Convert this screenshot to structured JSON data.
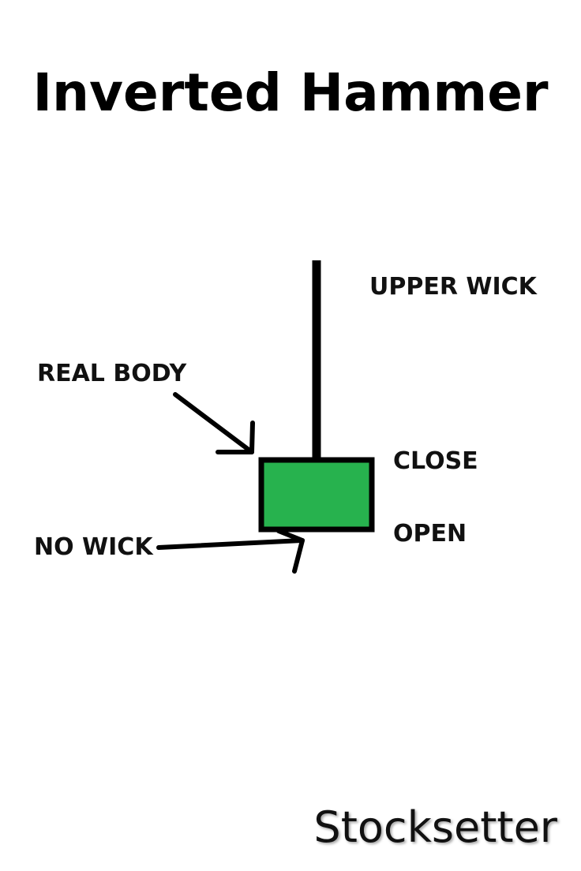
{
  "title": "Inverted Hammer",
  "labels": {
    "upper_wick": "UPPER WICK",
    "real_body": "REAL BODY",
    "close": "CLOSE",
    "open": "OPEN",
    "no_wick": "NO WICK"
  },
  "watermark": "Stocksetter",
  "colors": {
    "body_fill": "#27b24e",
    "stroke": "#000000",
    "background": "#ffffff"
  }
}
